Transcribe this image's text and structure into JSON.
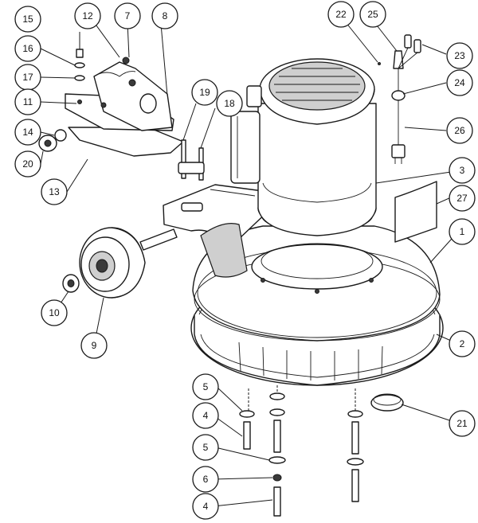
{
  "callouts": [
    {
      "id": "c15",
      "label": "15"
    },
    {
      "id": "c12",
      "label": "12"
    },
    {
      "id": "c7",
      "label": "7"
    },
    {
      "id": "c8",
      "label": "8"
    },
    {
      "id": "c16",
      "label": "16"
    },
    {
      "id": "c17",
      "label": "17"
    },
    {
      "id": "c11",
      "label": "11"
    },
    {
      "id": "c14",
      "label": "14"
    },
    {
      "id": "c20",
      "label": "20"
    },
    {
      "id": "c13",
      "label": "13"
    },
    {
      "id": "c19",
      "label": "19"
    },
    {
      "id": "c18",
      "label": "18"
    },
    {
      "id": "c22",
      "label": "22"
    },
    {
      "id": "c25",
      "label": "25"
    },
    {
      "id": "c23",
      "label": "23"
    },
    {
      "id": "c24",
      "label": "24"
    },
    {
      "id": "c26",
      "label": "26"
    },
    {
      "id": "c3",
      "label": "3"
    },
    {
      "id": "c27",
      "label": "27"
    },
    {
      "id": "c1",
      "label": "1"
    },
    {
      "id": "c10",
      "label": "10"
    },
    {
      "id": "c9",
      "label": "9"
    },
    {
      "id": "c2",
      "label": "2"
    },
    {
      "id": "c5a",
      "label": "5"
    },
    {
      "id": "c21",
      "label": "21"
    },
    {
      "id": "c4a",
      "label": "4"
    },
    {
      "id": "c5b",
      "label": "5"
    },
    {
      "id": "c6",
      "label": "6"
    },
    {
      "id": "c4b",
      "label": "4"
    }
  ]
}
